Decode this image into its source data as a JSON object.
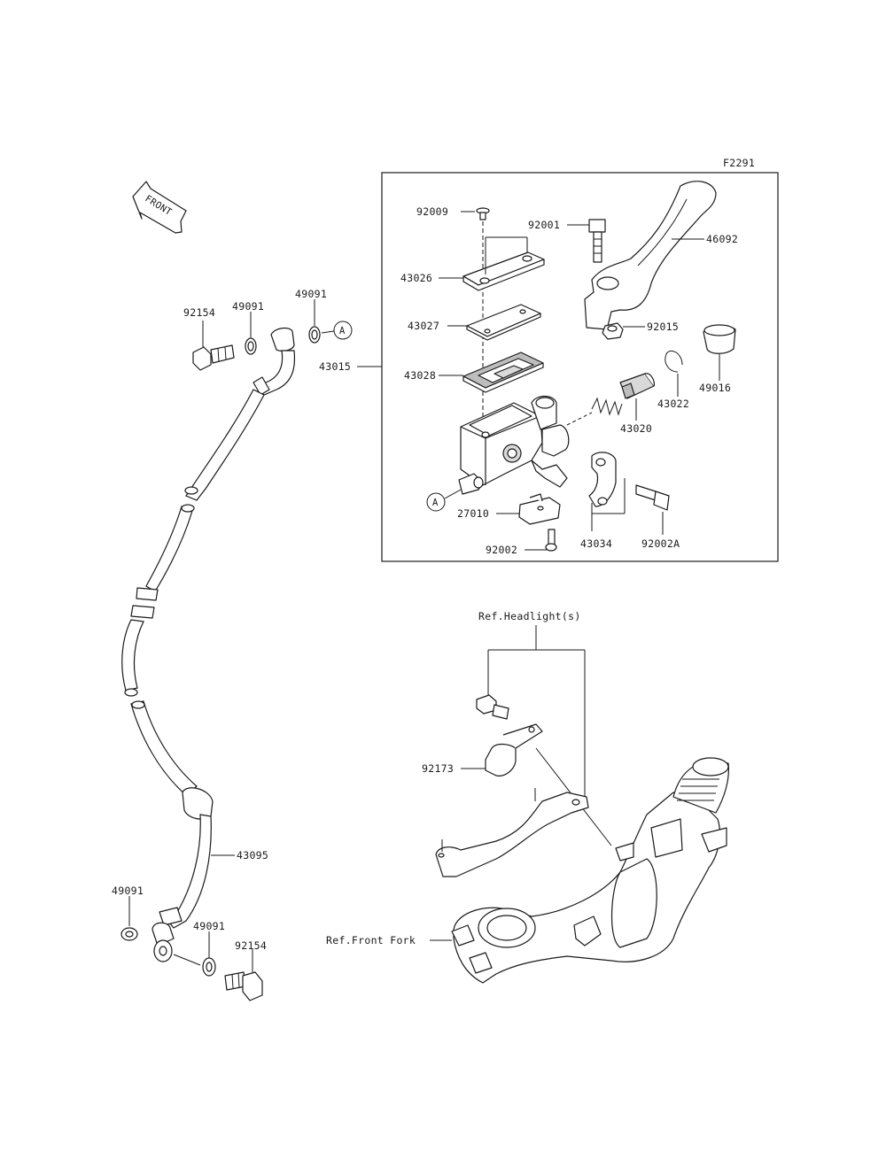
{
  "diagram_code": "F2291",
  "front_label": "FRONT",
  "ref_marker": "A",
  "labels": {
    "p92009": "92009",
    "p92001": "92001",
    "p46092": "46092",
    "p43026": "43026",
    "p43027": "43027",
    "p43015": "43015",
    "p43028": "43028",
    "p92015": "92015",
    "p43022": "43022",
    "p49016": "49016",
    "p43020": "43020",
    "p27010": "27010",
    "p43034": "43034",
    "p92002": "92002",
    "p92002A": "92002A",
    "p92154_top": "92154",
    "p49091_top_a": "49091",
    "p49091_top_b": "49091",
    "p43095": "43095",
    "p49091_bot_a": "49091",
    "p49091_bot_b": "49091",
    "p92154_bot": "92154",
    "p92173": "92173",
    "ref_headlight": "Ref.Headlight(s)",
    "ref_front_fork": "Ref.Front Fork"
  }
}
